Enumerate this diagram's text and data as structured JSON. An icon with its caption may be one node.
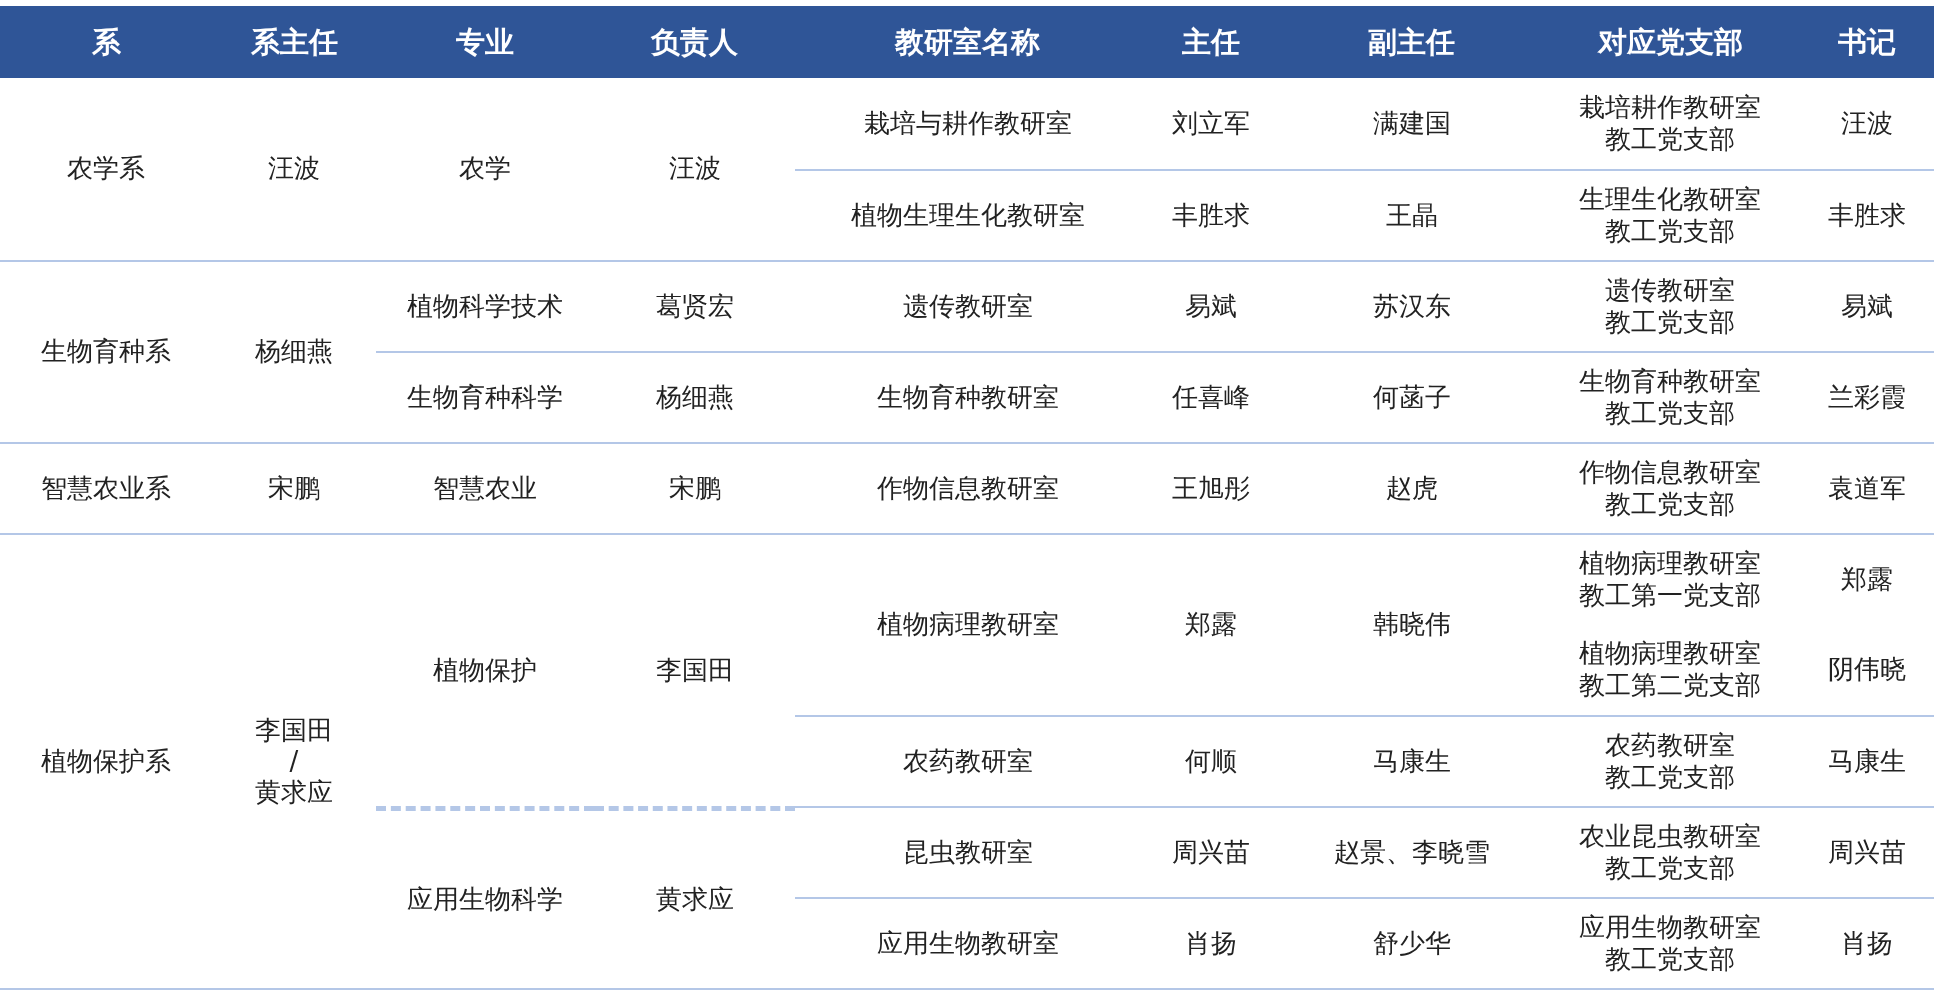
{
  "diagram": {
    "labels": [
      "系",
      "系主任",
      "专业",
      "负责人",
      "教研室名称",
      "主任",
      "副主任",
      "对应党支部",
      "书记",
      "农学系",
      "汪波",
      "农学",
      "汪波",
      "栽培与耕作教研室",
      "刘立军",
      "满建国",
      "栽培耕作教研室教工党支部",
      "汪波",
      "植物生理生化教研室",
      "丰胜求",
      "王晶",
      "生理生化教研室教工党支部",
      "丰胜求",
      "生物育种系",
      "杨细燕",
      "植物科学技术",
      "葛贤宏",
      "遗传教研室",
      "易斌",
      "苏汉东",
      "遗传教研室教工党支部",
      "易斌",
      "生物育种科学",
      "杨细燕",
      "生物育种教研室",
      "任喜峰",
      "何菡子",
      "生物育种教研室教工党支部",
      "兰彩霞",
      "智慧农业系",
      "宋鹏",
      "智慧农业",
      "宋鹏",
      "作物信息教研室",
      "王旭彤",
      "赵虎",
      "作物信息教研室教工党支部",
      "袁道军",
      "植物保护系",
      "李国田",
      "/",
      "黄求应",
      "植物保护",
      "李国田",
      "植物病理教研室",
      "郑露",
      "韩晓伟",
      "植物病理教研室教工第一党支部",
      "郑露",
      "植物病理教研室教工第二党支部",
      "阴伟晓",
      "农药教研室",
      "何顺",
      "马康生",
      "农药教研室教工党支部",
      "马康生",
      "应用生物科学",
      "黄求应",
      "昆虫教研室",
      "周兴苗",
      "赵景、李晓雪",
      "农业昆虫教研室教工党支部",
      "周兴苗",
      "应用生物教研室",
      "肖扬",
      "舒少华",
      "应用生物教研室教工党支部",
      "肖扬"
    ]
  }
}
